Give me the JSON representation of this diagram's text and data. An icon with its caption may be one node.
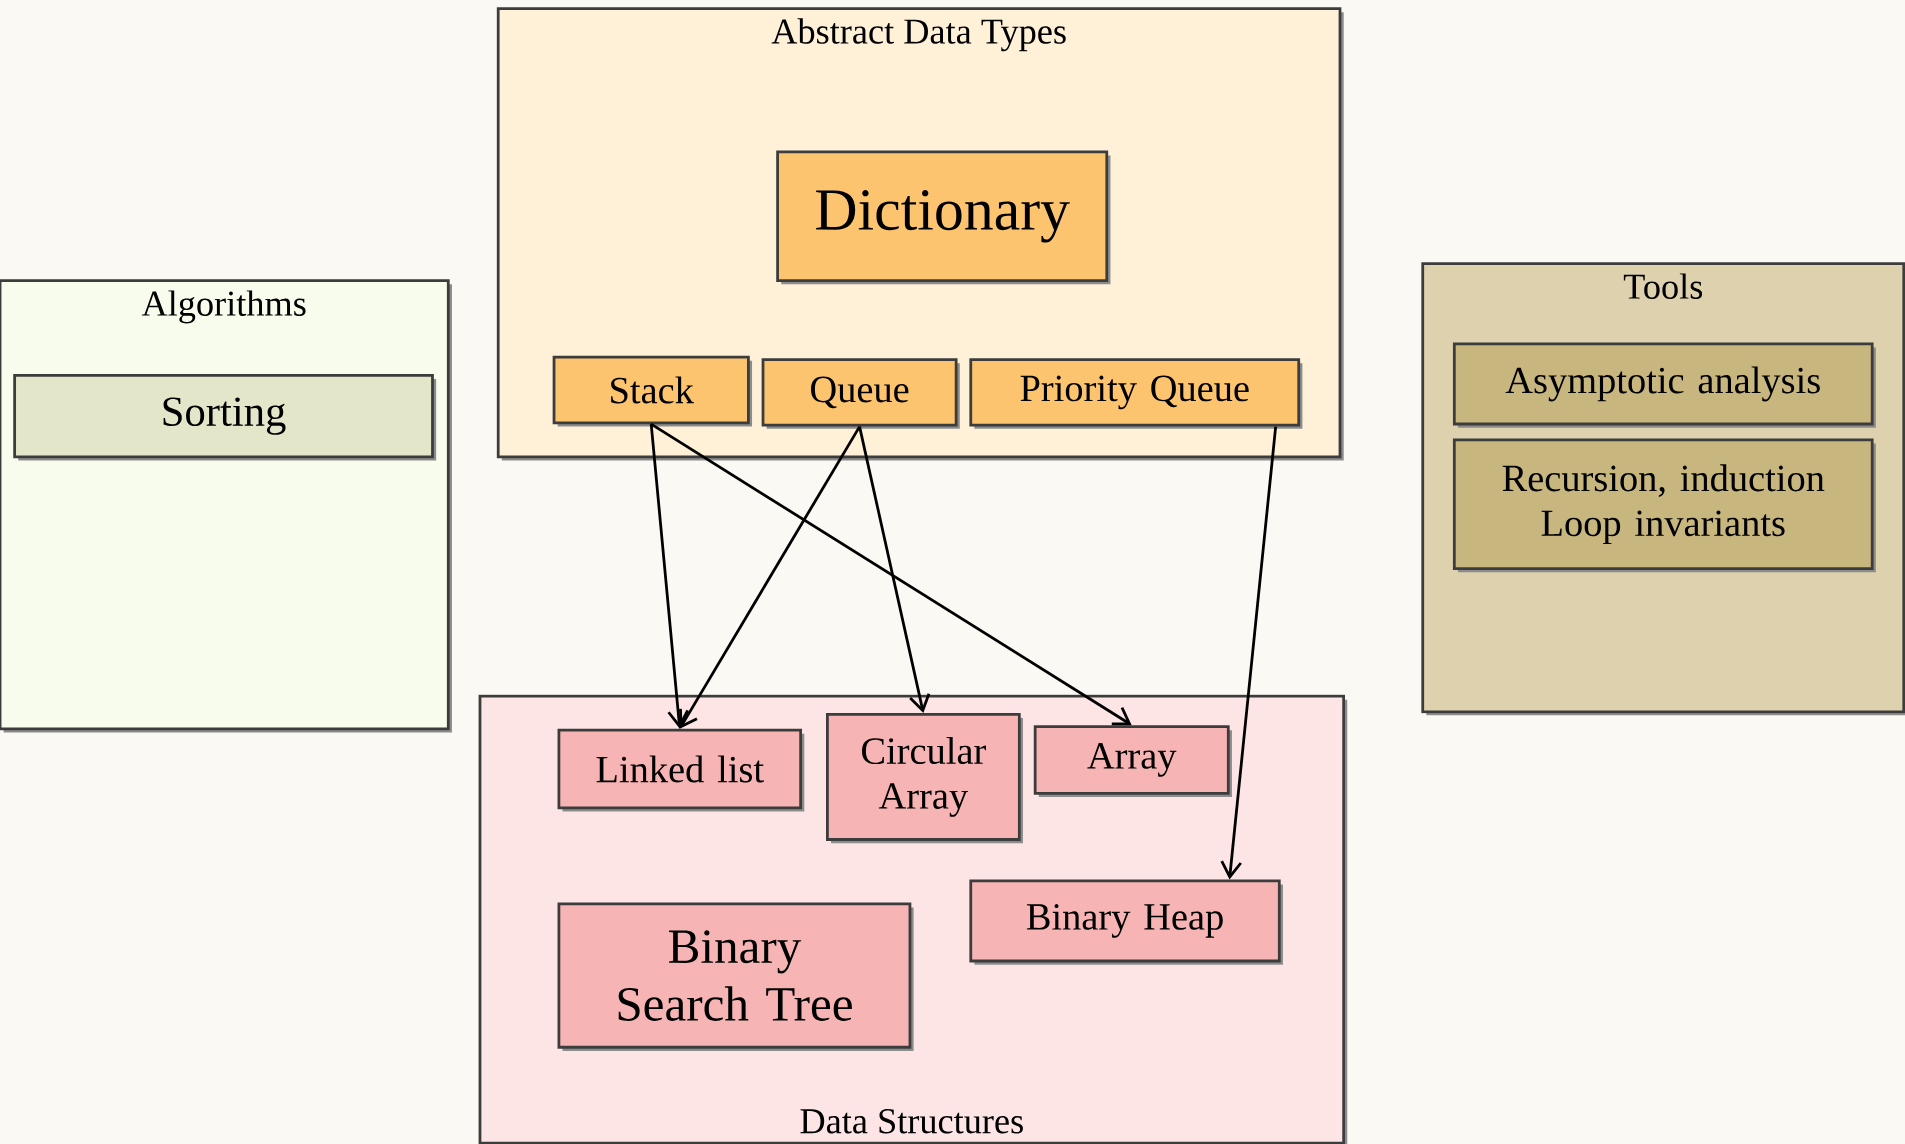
{
  "diagram": {
    "nodes": [
      {
        "text": [
          "Abstract Data Types"
        ]
      },
      {
        "text": [
          "Dictionary"
        ],
        "in": 0
      },
      {
        "text": [
          "Stack"
        ],
        "in": 0
      },
      {
        "text": [
          "Queue"
        ],
        "in": 0
      },
      {
        "text": [
          "Priority Queue"
        ],
        "in": 0
      },
      {
        "text": [
          "Algorithms"
        ]
      },
      {
        "text": [
          "Sorting"
        ],
        "in": 5
      },
      {
        "text": [
          "Tools"
        ]
      },
      {
        "text": [
          "Asymptotic analysis"
        ],
        "in": 7
      },
      {
        "text": [
          "Recursion, induction Loop invariants"
        ],
        "in": 7
      },
      {
        "text": [
          "Data Structures"
        ]
      },
      {
        "text": [
          "Linked list"
        ],
        "in": 10
      },
      {
        "text": [
          "Circular Array"
        ],
        "in": 10
      },
      {
        "text": [
          "Array"
        ],
        "in": 10
      },
      {
        "text": [
          "Binary Search Tree"
        ],
        "in": 10
      },
      {
        "text": [
          "Binary Heap"
        ],
        "in": 10
      }
    ],
    "edges": [
      {
        "from": 2,
        "to": 11,
        "arrow": "to"
      },
      {
        "from": 2,
        "to": 13,
        "arrow": "to"
      },
      {
        "from": 3,
        "to": 11,
        "arrow": "to"
      },
      {
        "from": 3,
        "to": 12,
        "arrow": "to"
      },
      {
        "from": 4,
        "to": 15,
        "arrow": "to"
      }
    ]
  }
}
